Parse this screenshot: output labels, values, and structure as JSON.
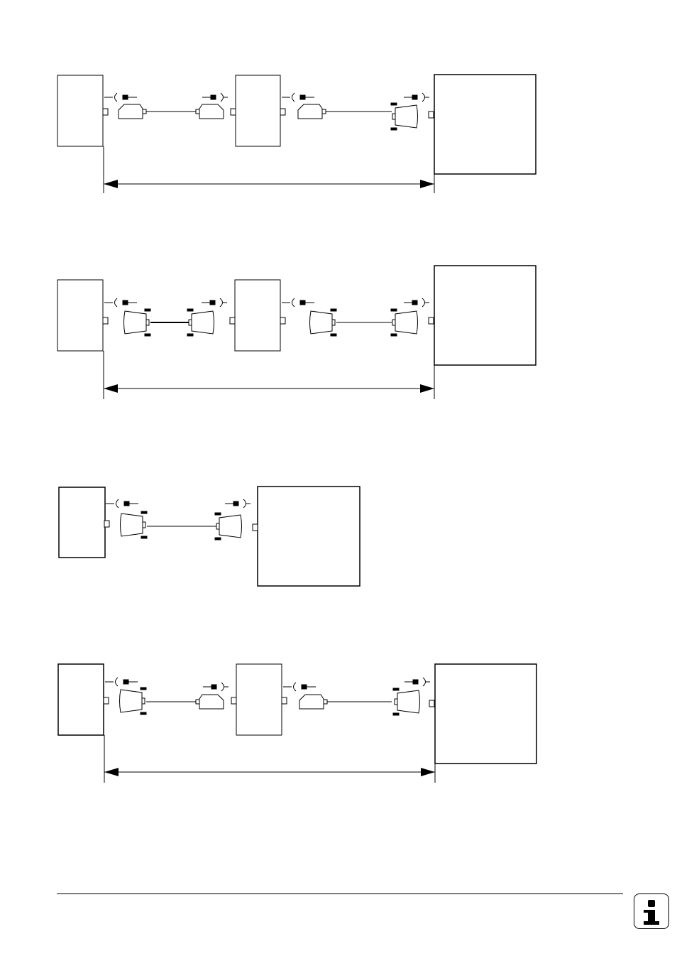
{
  "diagram": {
    "colors": {
      "stroke": "#000000",
      "fill": "#ffffff"
    },
    "icons": [
      "connector-plug-icon",
      "sub-d-connector-icon",
      "socket-icon",
      "info-icon"
    ],
    "rows": [
      {
        "name": "row-1",
        "devices": 3,
        "has_dimension_arrow": true
      },
      {
        "name": "row-2",
        "devices": 3,
        "has_dimension_arrow": true
      },
      {
        "name": "row-3",
        "devices": 2,
        "has_dimension_arrow": false
      },
      {
        "name": "row-4",
        "devices": 3,
        "has_dimension_arrow": true
      }
    ]
  },
  "footer": {
    "icon": "info-icon"
  }
}
